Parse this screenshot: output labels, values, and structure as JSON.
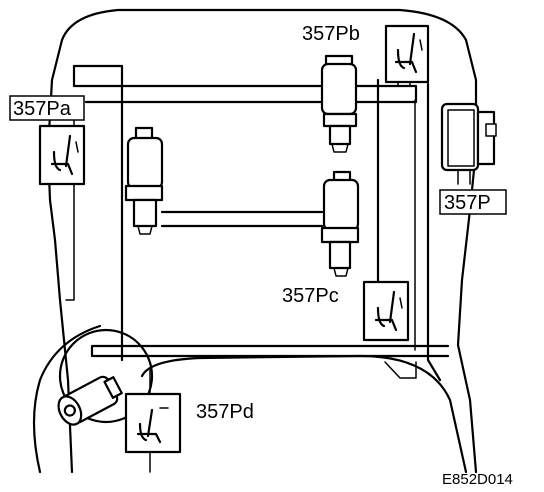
{
  "labels": {
    "pb": "357Pb",
    "pa": "357Pa",
    "p": "357P",
    "pc": "357Pc",
    "pd": "357Pd"
  },
  "figure_code": "E852D014",
  "icons": {
    "seat_back_icon": "seat-backrest-heating-icon",
    "seat_cushion_icon": "seat-cushion-heating-icon"
  },
  "colors": {
    "line": "#000000",
    "background": "#ffffff"
  }
}
